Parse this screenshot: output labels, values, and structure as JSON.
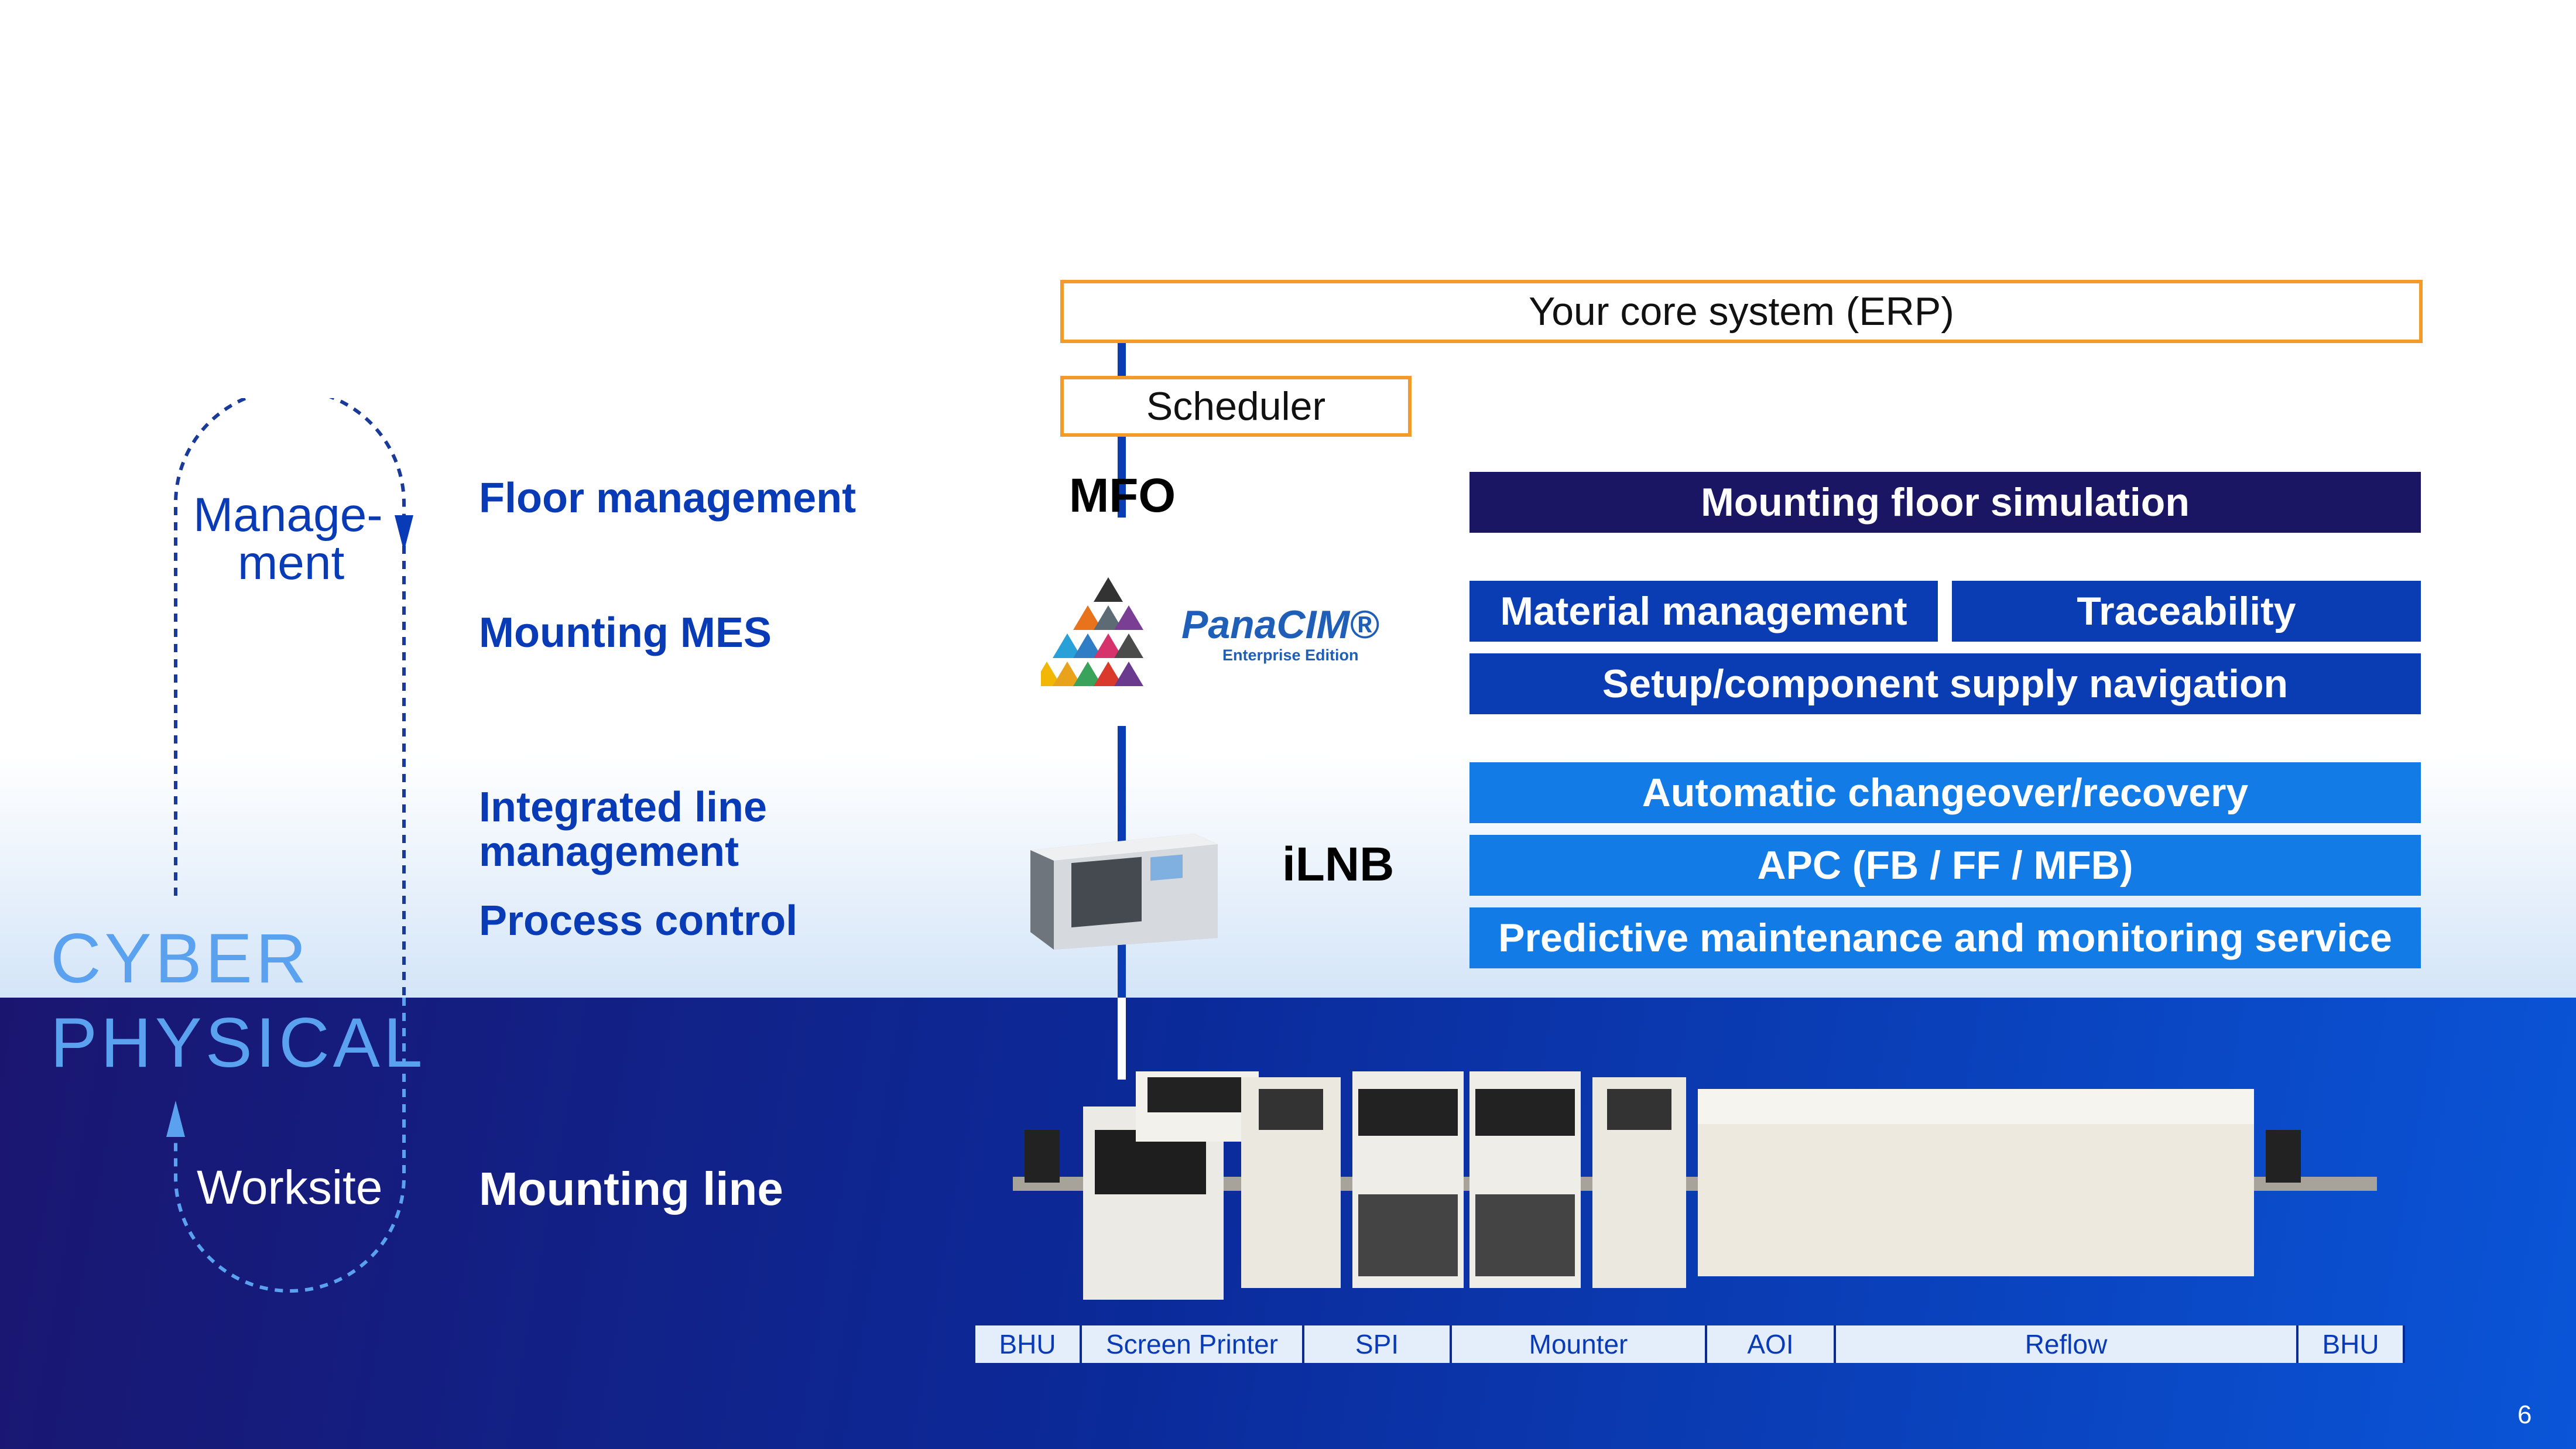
{
  "systems": {
    "erp": "Your core system (ERP)",
    "scheduler": "Scheduler",
    "mfo": "MFO",
    "panacim_logo": "PanaCIM®",
    "panacim_sub": "Enterprise Edition",
    "ilnb": "iLNB"
  },
  "levels": {
    "floor_management": "Floor management",
    "mounting_mes": "Mounting MES",
    "integrated_line_1": "Integrated line",
    "integrated_line_2": "management",
    "process_control": "Process control",
    "mounting_line": "Mounting line"
  },
  "features": {
    "mounting_floor_simulation": "Mounting floor simulation",
    "material_management": "Material management",
    "traceability": "Traceability",
    "setup_navigation": "Setup/component supply navigation",
    "auto_changeover": "Automatic changeover/recovery",
    "apc": "APC (FB / FF / MFB)",
    "predictive_maintenance": "Predictive maintenance and monitoring service"
  },
  "cycle": {
    "management_1": "Manage-",
    "management_2": "ment",
    "worksite": "Worksite",
    "cyber": "CYBER",
    "physical": "PHYSICAL"
  },
  "process_steps": [
    "BHU",
    "Screen Printer",
    "SPI",
    "Mounter",
    "AOI",
    "Reflow",
    "BHU"
  ],
  "page_number": "6",
  "colors": {
    "orange_border": "#f39a2b",
    "dark_navy": "#1b1664",
    "mid_blue": "#0a3cb4",
    "light_blue": "#137be6",
    "label_blue": "#0a3bb6"
  }
}
